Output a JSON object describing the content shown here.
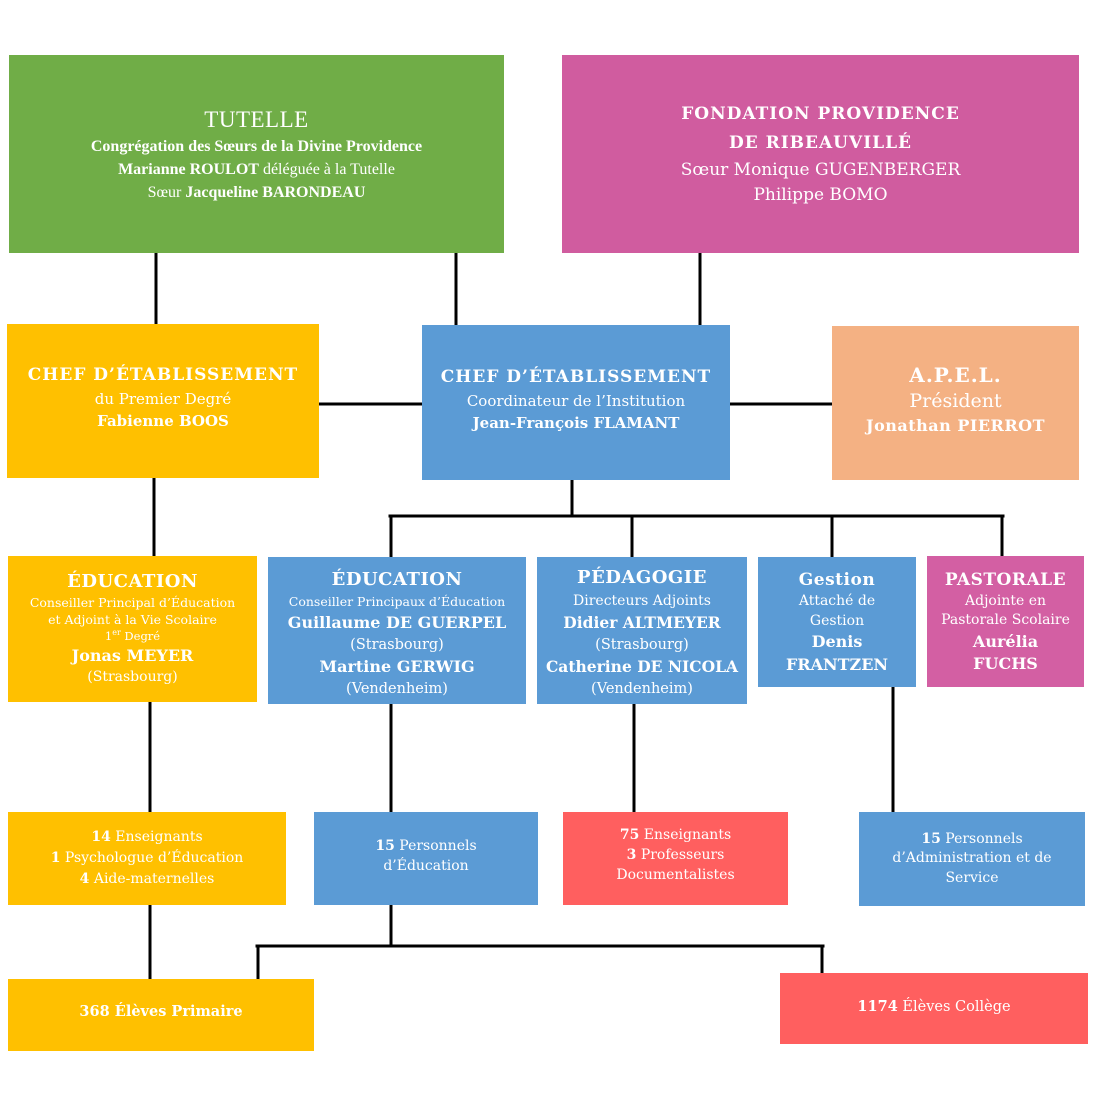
{
  "tutelle": {
    "title": "TUTELLE",
    "congregation": "Congrégation des Sœurs de la Divine Providence",
    "delegate_name": "Marianne ROULOT",
    "delegate_role": "déléguée à la Tutelle",
    "sister_prefix": "Sœur",
    "sister_name": "Jacqueline BARONDEAU"
  },
  "fondation": {
    "title_line1": "FONDATION PROVIDENCE",
    "title_line2": "DE RIBEAUVILLÉ",
    "member1": "Sœur Monique GUGENBERGER",
    "member2": "Philippe BOMO"
  },
  "chef_primaire": {
    "title": "CHEF D’ÉTABLISSEMENT",
    "subtitle": "du Premier Degré",
    "name": "Fabienne BOOS"
  },
  "chef_coordinateur": {
    "title": "CHEF D’ÉTABLISSEMENT",
    "subtitle": "Coordinateur de l’Institution",
    "name": "Jean-François FLAMANT"
  },
  "apel": {
    "title": "A.P.E.L.",
    "role": "Président",
    "name": "Jonathan PIERROT"
  },
  "education_primaire": {
    "title": "ÉDUCATION",
    "role_line1": "Conseiller Principal d’Éducation",
    "role_line2": "et Adjoint à la Vie Scolaire",
    "level_number": "1",
    "level_suffix": "er",
    "level_word": "Degré",
    "name": "Jonas MEYER",
    "site": "(Strasbourg)"
  },
  "education_college": {
    "title": "ÉDUCATION",
    "role": "Conseiller Principaux d’Éducation",
    "name1": "Guillaume DE GUERPEL",
    "site1": "(Strasbourg)",
    "name2": "Martine GERWIG",
    "site2": "(Vendenheim)"
  },
  "pedagogie": {
    "title": "PÉDAGOGIE",
    "role": "Directeurs Adjoints",
    "name1": "Didier ALTMEYER",
    "site1": "(Strasbourg)",
    "name2": "Catherine DE NICOLA",
    "site2": "(Vendenheim)"
  },
  "gestion": {
    "title": "Gestion",
    "role_line1": "Attaché de",
    "role_line2": "Gestion",
    "name_line1": "Denis",
    "name_line2": "FRANTZEN"
  },
  "pastorale": {
    "title": "PASTORALE",
    "role_line1": "Adjointe en",
    "role_line2": "Pastorale Scolaire",
    "name_line1": "Aurélia",
    "name_line2": "FUCHS"
  },
  "staff_primaire": {
    "teachers_count": "14",
    "teachers_label": "Enseignants",
    "psychologist_count": "1",
    "psychologist_label": "Psychologue d’Éducation",
    "aides_count": "4",
    "aides_label": "Aide-maternelles"
  },
  "staff_education": {
    "count": "15",
    "label_line1": "Personnels",
    "label_line2": "d’Éducation"
  },
  "staff_college": {
    "teachers_count": "75",
    "teachers_label": "Enseignants",
    "librarians_count": "3",
    "librarians_label_line1": "Professeurs",
    "librarians_label_line2": "Documentalistes"
  },
  "staff_admin": {
    "count": "15",
    "label_line1": "Personnels",
    "label_line2": "d’Administration et de",
    "label_line3": "Service"
  },
  "students_primaire": {
    "count": "368",
    "label": "Élèves Primaire"
  },
  "students_college": {
    "count": "1174",
    "label": "Élèves Collège"
  },
  "colors": {
    "green": "#70AD47",
    "pink": "#D05C9F",
    "pink_light": "#D35FA3",
    "yellow": "#FFC000",
    "blue": "#5B9BD5",
    "peach": "#F4B183",
    "red": "#FF5F5F",
    "connector": "#000000",
    "text": "#FFFFFF"
  }
}
